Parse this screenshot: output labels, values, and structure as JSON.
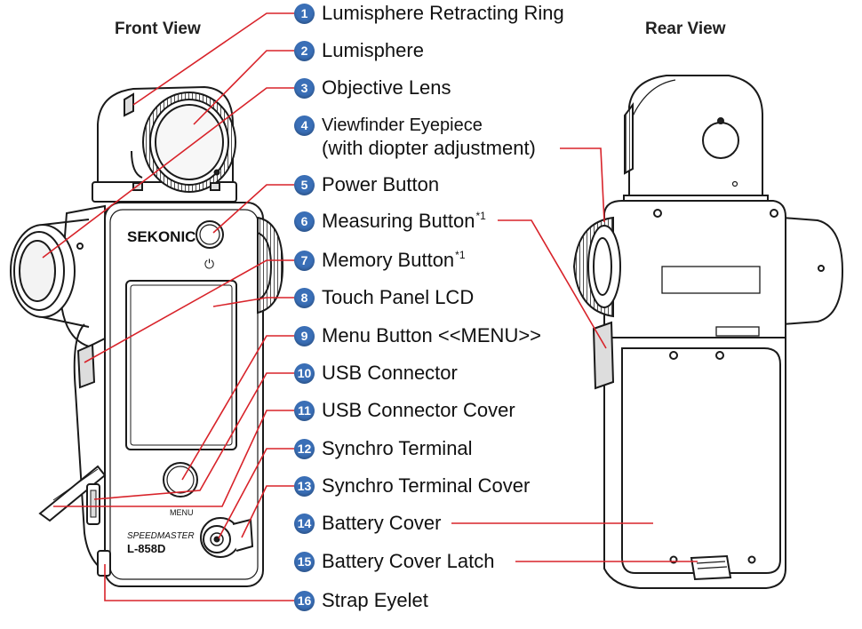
{
  "views": {
    "front": "Front View",
    "rear": "Rear View"
  },
  "device": {
    "brand": "SEKONIC",
    "model_line1": "SPEEDMASTER",
    "model_line2": "L-858D",
    "menu_label": "MENU",
    "power_symbol": "⏻"
  },
  "callouts": [
    {
      "num": "1",
      "label": "Lumisphere Retracting Ring",
      "sup": ""
    },
    {
      "num": "2",
      "label": "Lumisphere",
      "sup": ""
    },
    {
      "num": "3",
      "label": "Objective Lens",
      "sup": ""
    },
    {
      "num": "4",
      "label": "Viewfinder Eyepiece",
      "label2": "(with diopter adjustment)",
      "sup": ""
    },
    {
      "num": "5",
      "label": "Power Button",
      "sup": ""
    },
    {
      "num": "6",
      "label": "Measuring Button",
      "sup": "*1"
    },
    {
      "num": "7",
      "label": "Memory Button",
      "sup": "*1"
    },
    {
      "num": "8",
      "label": "Touch Panel LCD",
      "sup": ""
    },
    {
      "num": "9",
      "label": "Menu Button <<MENU>>",
      "sup": ""
    },
    {
      "num": "10",
      "label": "USB Connector",
      "sup": ""
    },
    {
      "num": "11",
      "label": "USB Connector Cover",
      "sup": ""
    },
    {
      "num": "12",
      "label": "Synchro Terminal",
      "sup": ""
    },
    {
      "num": "13",
      "label": "Synchro Terminal Cover",
      "sup": ""
    },
    {
      "num": "14",
      "label": "Battery Cover",
      "sup": ""
    },
    {
      "num": "15",
      "label": "Battery Cover Latch",
      "sup": ""
    },
    {
      "num": "16",
      "label": "Strap Eyelet",
      "sup": ""
    }
  ],
  "colors": {
    "leader": "#d8232a",
    "badge": "#3a6fb7",
    "outline": "#1a1a1a",
    "body_fill": "#ffffff",
    "shade": "#e6e6e6"
  }
}
